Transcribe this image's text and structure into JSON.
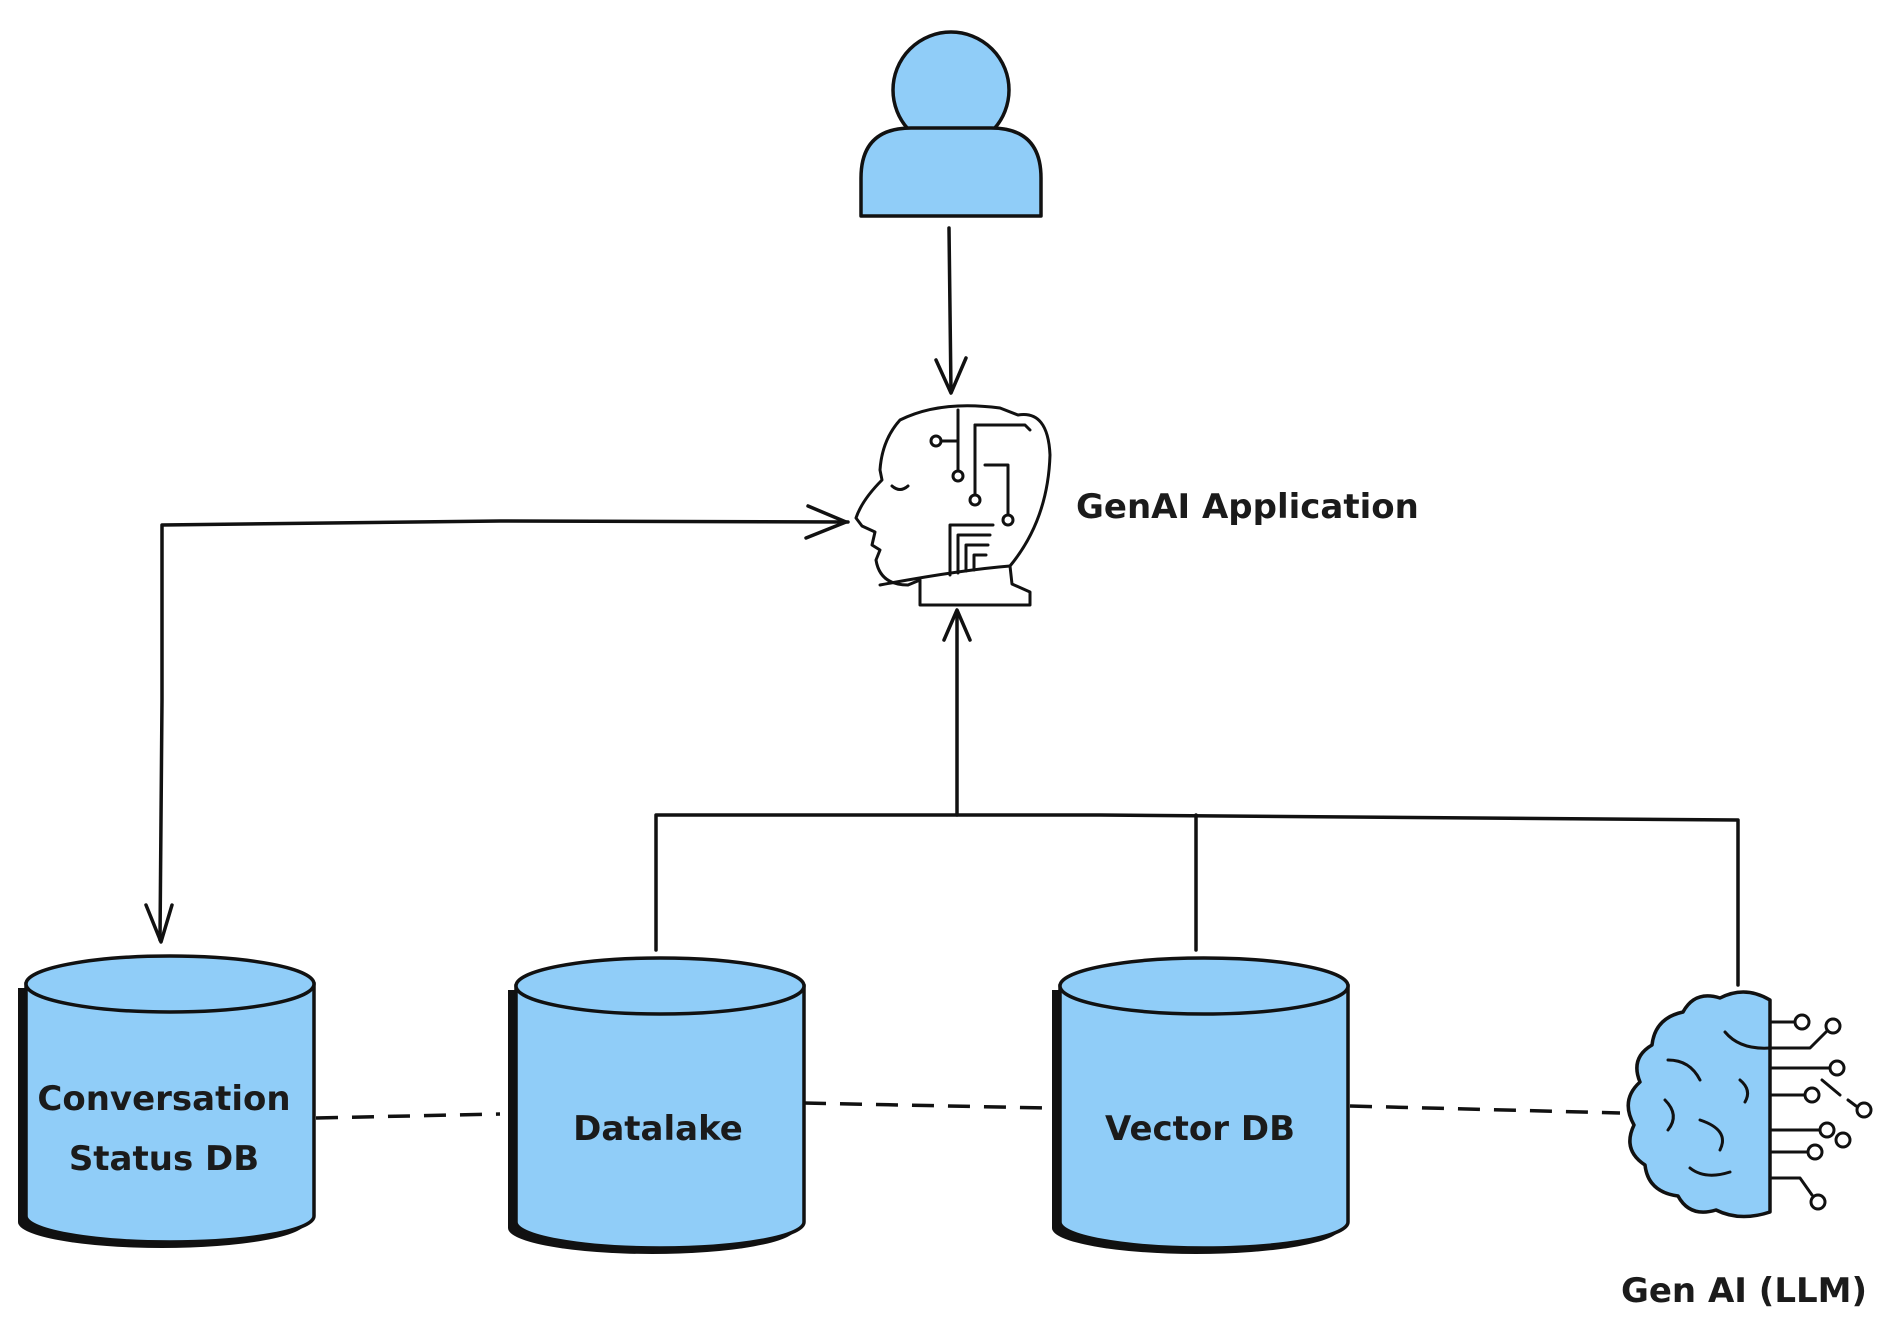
{
  "colors": {
    "fill": "#90cdf8",
    "line": "#111111",
    "background": "#ffffff"
  },
  "nodes": {
    "user": {
      "icon": "user-icon"
    },
    "genai_app": {
      "label": "GenAI Application",
      "icon": "ai-head-icon"
    },
    "conversation_db": {
      "label_line1": "Conversation",
      "label_line2": "Status DB"
    },
    "datalake": {
      "label": "Datalake"
    },
    "vector_db": {
      "label": "Vector DB"
    },
    "llm": {
      "label": "Gen AI (LLM)",
      "icon": "brain-circuit-icon"
    }
  }
}
